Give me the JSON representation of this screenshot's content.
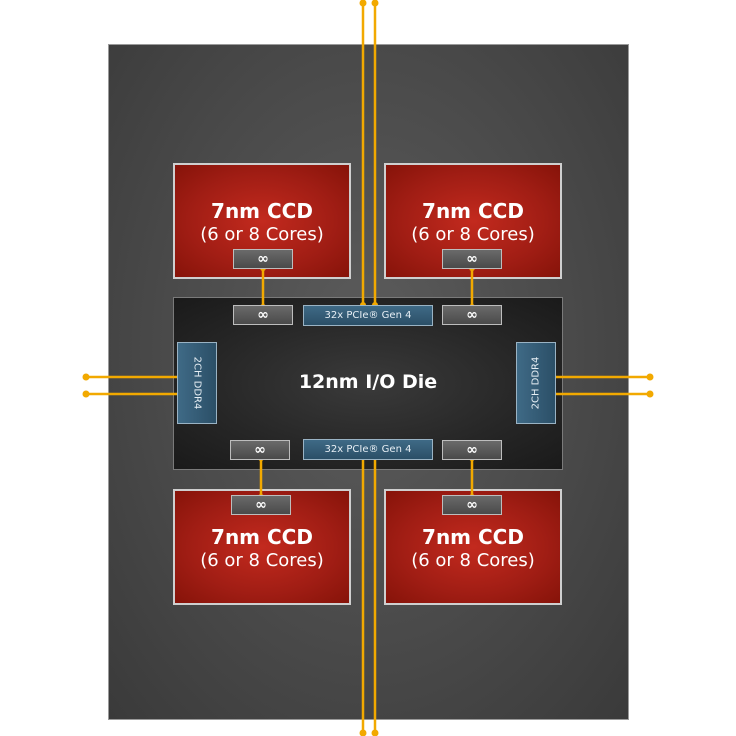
{
  "ccds": [
    {
      "title": "7nm CCD",
      "cores": "(6 or 8 Cores)"
    },
    {
      "title": "7nm CCD",
      "cores": "(6 or 8 Cores)"
    },
    {
      "title": "7nm CCD",
      "cores": "(6 or 8 Cores)"
    },
    {
      "title": "7nm CCD",
      "cores": "(6 or 8 Cores)"
    }
  ],
  "infinity_symbol": "∞",
  "io_die": {
    "title": "12nm I/O Die",
    "pcie_top": "32x PCIe® Gen 4",
    "pcie_bottom": "32x PCIe® Gen 4",
    "ddr_left": "2CH DDR4",
    "ddr_right": "2CH DDR4"
  },
  "colors": {
    "wire": "#f2a900",
    "ccd_red": "#a01d14",
    "package_gray": "#4a4a4a",
    "io_dark": "#262626",
    "interface_blue": "#2f5570"
  }
}
